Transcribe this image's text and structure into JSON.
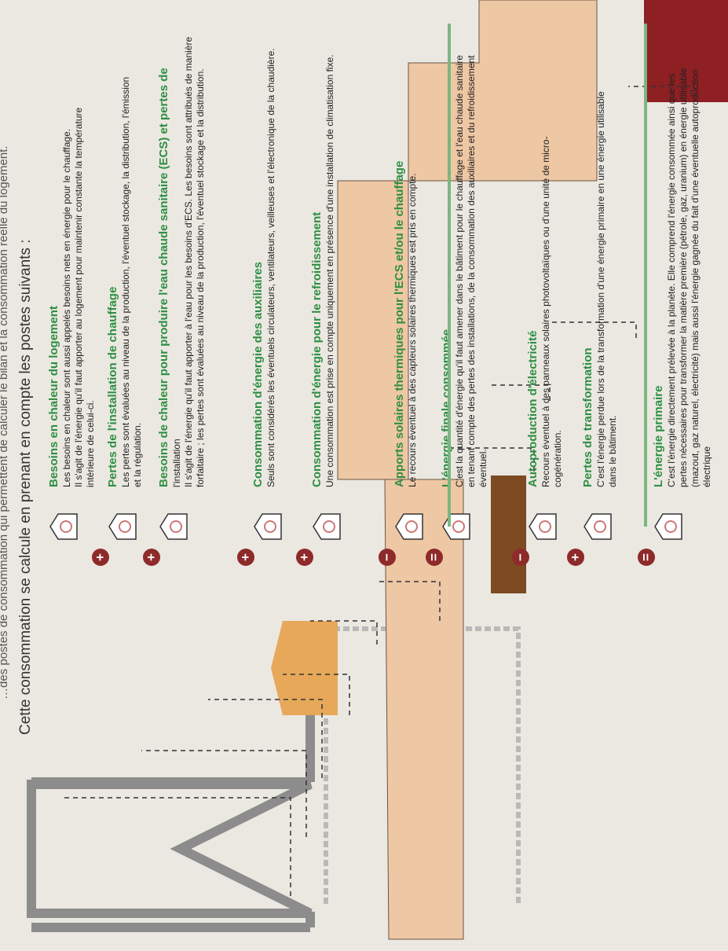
{
  "page": {
    "header_cut": "…des postes de consommation qui permettent de calculer le bilan et la consommation réelle du logement.",
    "intro": "Cette consommation se calcule en prenant en compte les postes suivants :"
  },
  "items": [
    {
      "operator": "",
      "title": "Besoins en chaleur du logement",
      "lines": [
        "Les besoins en chaleur sont aussi appelés besoins nets en énergie pour le chauffage.",
        "Il s'agit de l'énergie qu'il faut apporter au logement pour maintenir constante la température",
        "intérieure de celui-ci."
      ],
      "icon": "heat-waves-icon"
    },
    {
      "operator": "+",
      "title": "Pertes de l'installation de chauffage",
      "lines": [
        "Les pertes sont évaluées au niveau de la production, l'éventuel stockage, la distribution, l'émission",
        "et la régulation."
      ],
      "icon": "radiator-icon"
    },
    {
      "operator": "+",
      "title": "Besoins de chaleur pour produire l'eau chaude sanitaire (ECS) et pertes de",
      "lines": [
        "l'installation",
        "Il s'agit de l'énergie qu'il faut apporter à l'eau pour les besoins d'ECS. Les besoins sont attribués de manière",
        "forfaitaire ; les pertes sont évaluées au niveau de la production, l'éventuel stockage et la distribution."
      ],
      "icon": "shower-icon"
    },
    {
      "operator": "+",
      "title": "Consommation d'énergie des auxiliaires",
      "lines": [
        "Seuls sont considérés les éventuels circulateurs, ventilateurs, veilleuses et l'électronique de la chaudière."
      ],
      "icon": "fan-icon"
    },
    {
      "operator": "+",
      "title": "Consommation d'énergie pour le refroidissement",
      "lines": [
        "Une consommation est prise en compte uniquement en présence d'une installation de climatisation fixe."
      ],
      "icon": "snowflake-icon"
    },
    {
      "operator": "−",
      "title": "Apports solaires thermiques pour l'ECS et/ou le chauffage",
      "lines": [
        "Le recours éventuel à des capteurs solaires thermiques est pris en compte."
      ],
      "icon": "solar-thermal-icon"
    },
    {
      "operator": "=",
      "title": "L'énergie finale consommée",
      "lines": [
        "C'est la quantité d'énergie qu'il faut amener dans le bâtiment pour le chauffage et l'eau chaude sanitaire",
        "en tenant compte des pertes des installations, de la consommation des auxiliaires et du refroidissement",
        "éventuel."
      ],
      "icon": "house-energy-icon"
    },
    {
      "operator": "−",
      "title": "Autoproduction d'électricité",
      "lines": [
        "Recours éventuel à des panneaux solaires photovoltaïques ou d'une unité de micro-",
        "cogénération."
      ],
      "icon": "solar-panel-icon"
    },
    {
      "operator": "+",
      "title": "Pertes de transformation",
      "lines": [
        "C'est l'énergie perdue lors de la transformation d'une énergie primaire en une énergie utilisable",
        "dans le bâtiment."
      ],
      "icon": "factory-icon"
    },
    {
      "operator": "=",
      "title": "L'énergie primaire",
      "lines": [
        "C'est l'énergie directement prélevée à la planète. Elle comprend l'énergie consommée ainsi que les",
        "pertes nécessaires pour transformer la matière première (pétrole, gaz, uranium) en énergie utilisable",
        "(mazout, gaz naturel, électricité) mais aussi l'énergie gagnée du fait d'une éventuelle autoproduction",
        "électrique"
      ],
      "icon": "primary-energy-icon"
    }
  ],
  "colors": {
    "green": "#2d8f42",
    "operator": "#8e2a2a",
    "flow": "#eec7a4",
    "flow_dark": "#7d4a22",
    "primary": "#8e1f22",
    "house_wall": "#8c8c8c",
    "heat": "#e7a85a"
  }
}
